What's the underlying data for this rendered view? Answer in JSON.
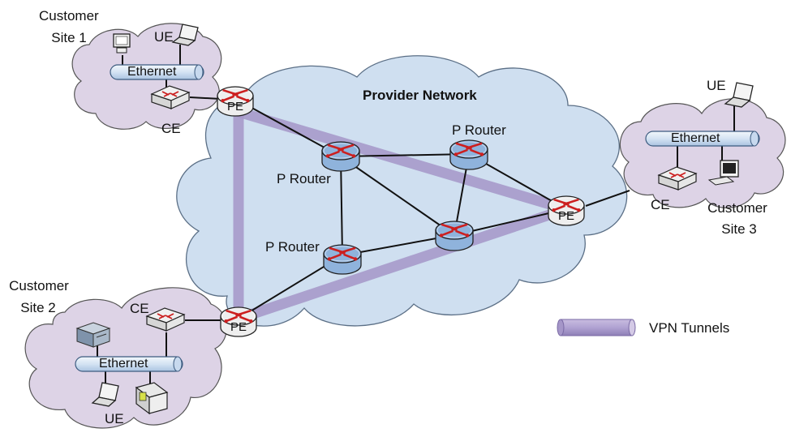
{
  "provider_network": {
    "title": "Provider Network"
  },
  "routers": {
    "pe_left_top": {
      "label": "PE"
    },
    "pe_left_bottom": {
      "label": "PE"
    },
    "pe_right": {
      "label": "PE"
    },
    "p_router_1": {
      "label": "P Router"
    },
    "p_router_2": {
      "label": "P Router"
    },
    "p_router_3": {
      "label": "P Router"
    }
  },
  "sites": {
    "site1": {
      "name_line1": "Customer",
      "name_line2": "Site 1",
      "ue_label": "UE",
      "ethernet_label": "Ethernet",
      "ce_label": "CE"
    },
    "site2": {
      "name_line1": "Customer",
      "name_line2": "Site 2",
      "ue_label": "UE",
      "ethernet_label": "Ethernet",
      "ce_label": "CE"
    },
    "site3": {
      "name_line1": "Customer",
      "name_line2": "Site 3",
      "ue_label": "UE",
      "ethernet_label": "Ethernet",
      "ce_label": "CE"
    }
  },
  "legend": {
    "vpn_tunnels_label": "VPN Tunnels"
  },
  "colors": {
    "provider_cloud_fill": "#cfdff0",
    "customer_cloud_fill": "#ddd3e6",
    "vpn_tunnel": "#a596c8",
    "router_blue": "#8fb3dc",
    "router_white": "#eeeeee",
    "arrow_red": "#cc1f1f",
    "ethernet_fill": "#dce8f6"
  }
}
